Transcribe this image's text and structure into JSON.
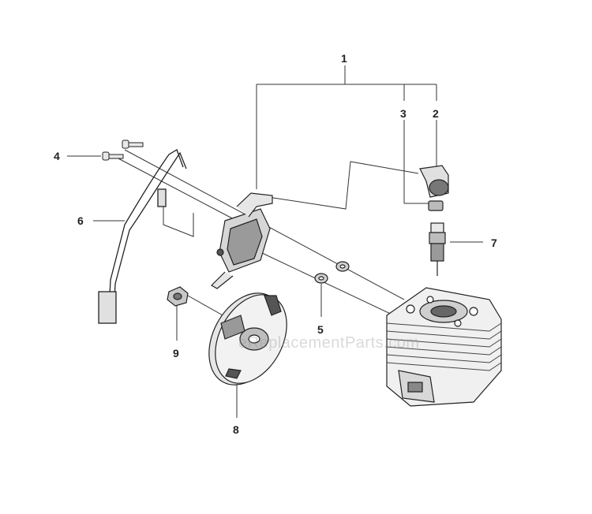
{
  "callouts": {
    "c1": "1",
    "c2": "2",
    "c3": "3",
    "c4": "4",
    "c5": "5",
    "c6": "6",
    "c7": "7",
    "c8": "8",
    "c9": "9"
  },
  "watermark": "eReplacementParts.com",
  "colors": {
    "line": "#333333",
    "part_outline": "#222222",
    "part_fill_light": "#f4f4f4",
    "part_fill_mid": "#cfcfcf",
    "part_fill_dark": "#555555"
  }
}
